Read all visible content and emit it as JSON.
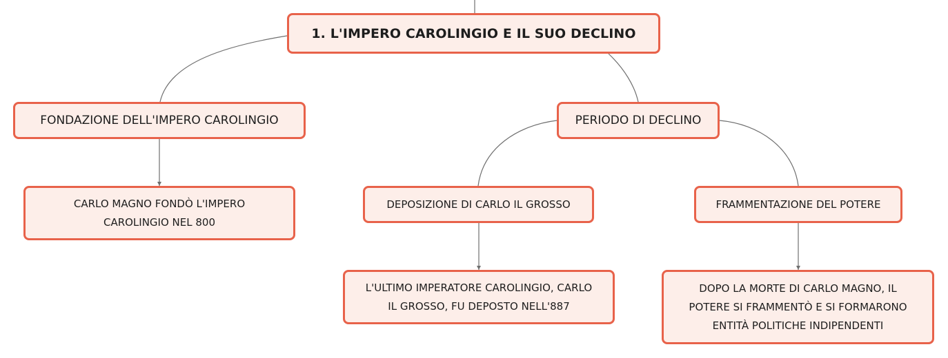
{
  "colors": {
    "node_fill": "#fdeee9",
    "node_border": "#e8624a",
    "connector": "#6f6f6f",
    "text": "#1d1d1d"
  },
  "root": {
    "label": "1. L'IMPERO CAROLINGIO E IL SUO DECLINO"
  },
  "branches": {
    "fondazione": {
      "label": "FONDAZIONE DELL'IMPERO CAROLINGIO",
      "child": {
        "lines": [
          "CARLO MAGNO FONDÒ L'IMPERO",
          "CAROLINGIO NEL 800"
        ]
      }
    },
    "declino": {
      "label": "PERIODO DI DECLINO",
      "deposizione": {
        "label": "DEPOSIZIONE DI CARLO IL GROSSO",
        "child": {
          "lines": [
            "L'ULTIMO IMPERATORE CAROLINGIO, CARLO",
            "IL GROSSO, FU DEPOSTO NELL'887"
          ]
        }
      },
      "frammentazione": {
        "label": "FRAMMENTAZIONE DEL POTERE",
        "child": {
          "lines": [
            "DOPO LA MORTE DI CARLO MAGNO, IL",
            "POTERE SI FRAMMENTÒ E SI FORMARONO",
            "ENTITÀ POLITICHE INDIPENDENTI"
          ]
        }
      }
    }
  }
}
